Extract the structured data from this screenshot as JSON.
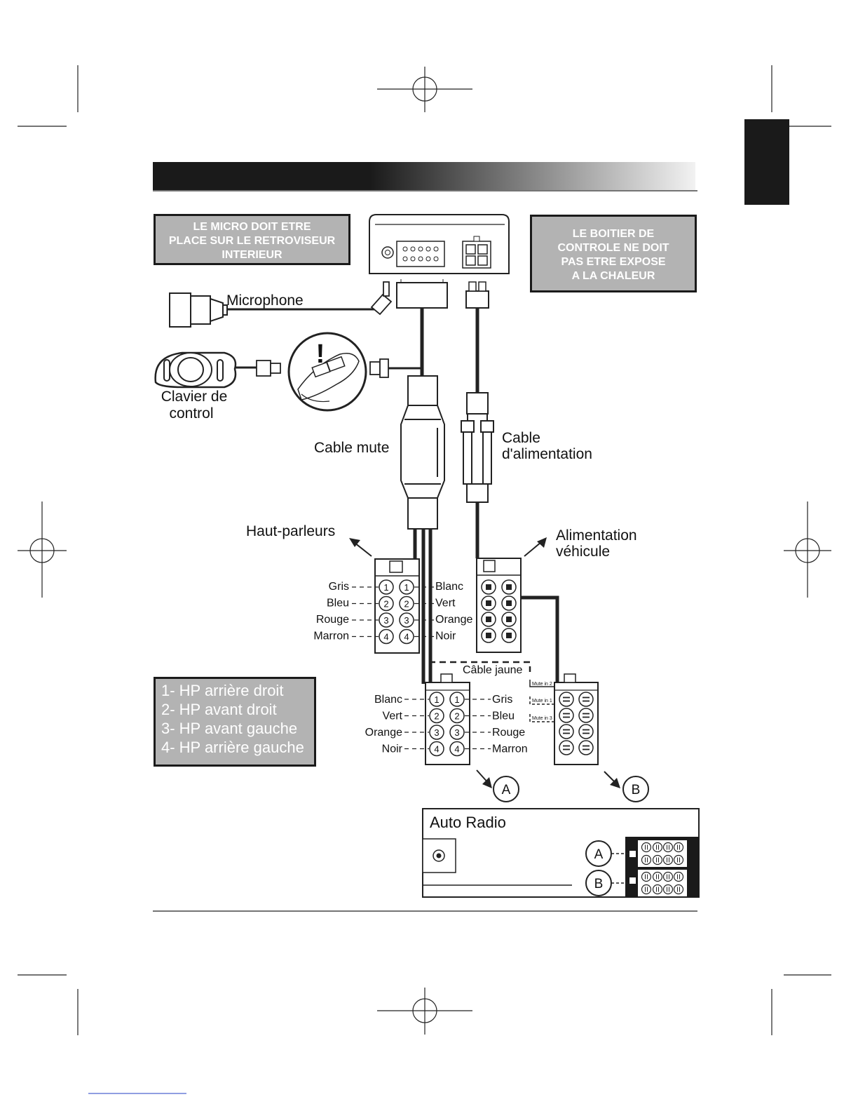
{
  "notes": {
    "micro": [
      "LE MICRO DOIT ETRE",
      "PLACE SUR LE RETROVISEUR",
      "INTERIEUR"
    ],
    "boitier": [
      "LE BOITIER DE",
      "CONTROLE NE DOIT",
      "PAS ETRE EXPOSE",
      "A LA CHALEUR"
    ]
  },
  "labels": {
    "microphone": "Microphone",
    "clavier": [
      "Clavier de",
      "control"
    ],
    "cable_mute": "Cable mute",
    "cable_alim": [
      "Cable",
      "d'alimentation"
    ],
    "haut_parleurs": "Haut-parleurs",
    "alimentation": [
      "Alimentation",
      "véhicule"
    ],
    "cable_jaune": "Câble jaune",
    "auto_radio": "Auto Radio",
    "connector_a": "A",
    "connector_b": "B",
    "exclamation": "!"
  },
  "speaker_connector": {
    "left": [
      "Gris",
      "Bleu",
      "Rouge",
      "Marron"
    ],
    "right": [
      "Blanc",
      "Vert",
      "Orange",
      "Noir"
    ],
    "pins": [
      "1",
      "2",
      "3",
      "4"
    ]
  },
  "iso_connector": {
    "left": [
      "Blanc",
      "Vert",
      "Orange",
      "Noir"
    ],
    "right": [
      "Gris",
      "Bleu",
      "Rouge",
      "Marron"
    ],
    "pins": [
      "1",
      "2",
      "3",
      "4"
    ]
  },
  "mute_labels": [
    "Mute in 2",
    "Mute in 1",
    "Mute in 3"
  ],
  "legend": [
    "1- HP arrière droit",
    "2- HP avant droit",
    "3- HP avant gauche",
    "4- HP arrière gauche"
  ]
}
